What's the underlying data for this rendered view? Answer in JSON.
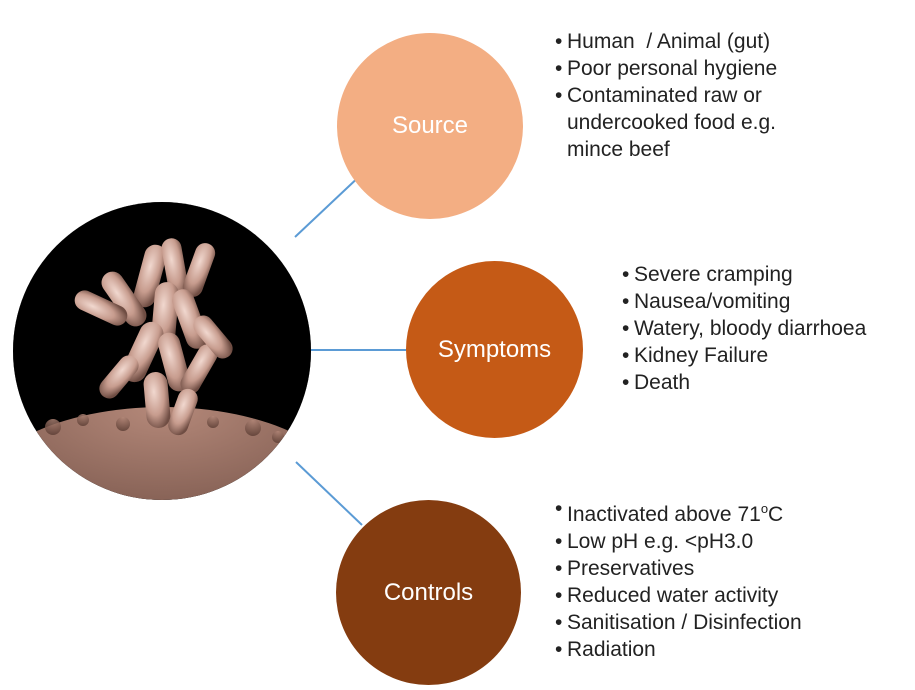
{
  "colors": {
    "source": "#F3AE83",
    "symptoms": "#C55A16",
    "controls": "#843C10",
    "connector": "#5B9BD5",
    "micrograph_background": "#000000",
    "bacteria": "#D9B3A6"
  },
  "central_image": {
    "subject": "E. coli bacteria electron micrograph"
  },
  "nodes": {
    "source": {
      "label": "Source",
      "items": [
        "Human  / Animal (gut)",
        "Poor personal hygiene",
        "Contaminated raw or\nundercooked food e.g.\nmince beef"
      ]
    },
    "symptoms": {
      "label": "Symptoms",
      "items": [
        "Severe cramping",
        "Nausea/vomiting",
        "Watery, bloody diarrhoea",
        "Kidney Failure",
        "Death"
      ]
    },
    "controls": {
      "label": "Controls",
      "items": [
        "Inactivated above 71",
        "Low pH e.g. <pH3.0",
        "Preservatives",
        "Reduced water activity",
        "Sanitisation / Disinfection",
        "Radiation"
      ],
      "temperature_superscript": "o",
      "temperature_unit": "C"
    }
  }
}
